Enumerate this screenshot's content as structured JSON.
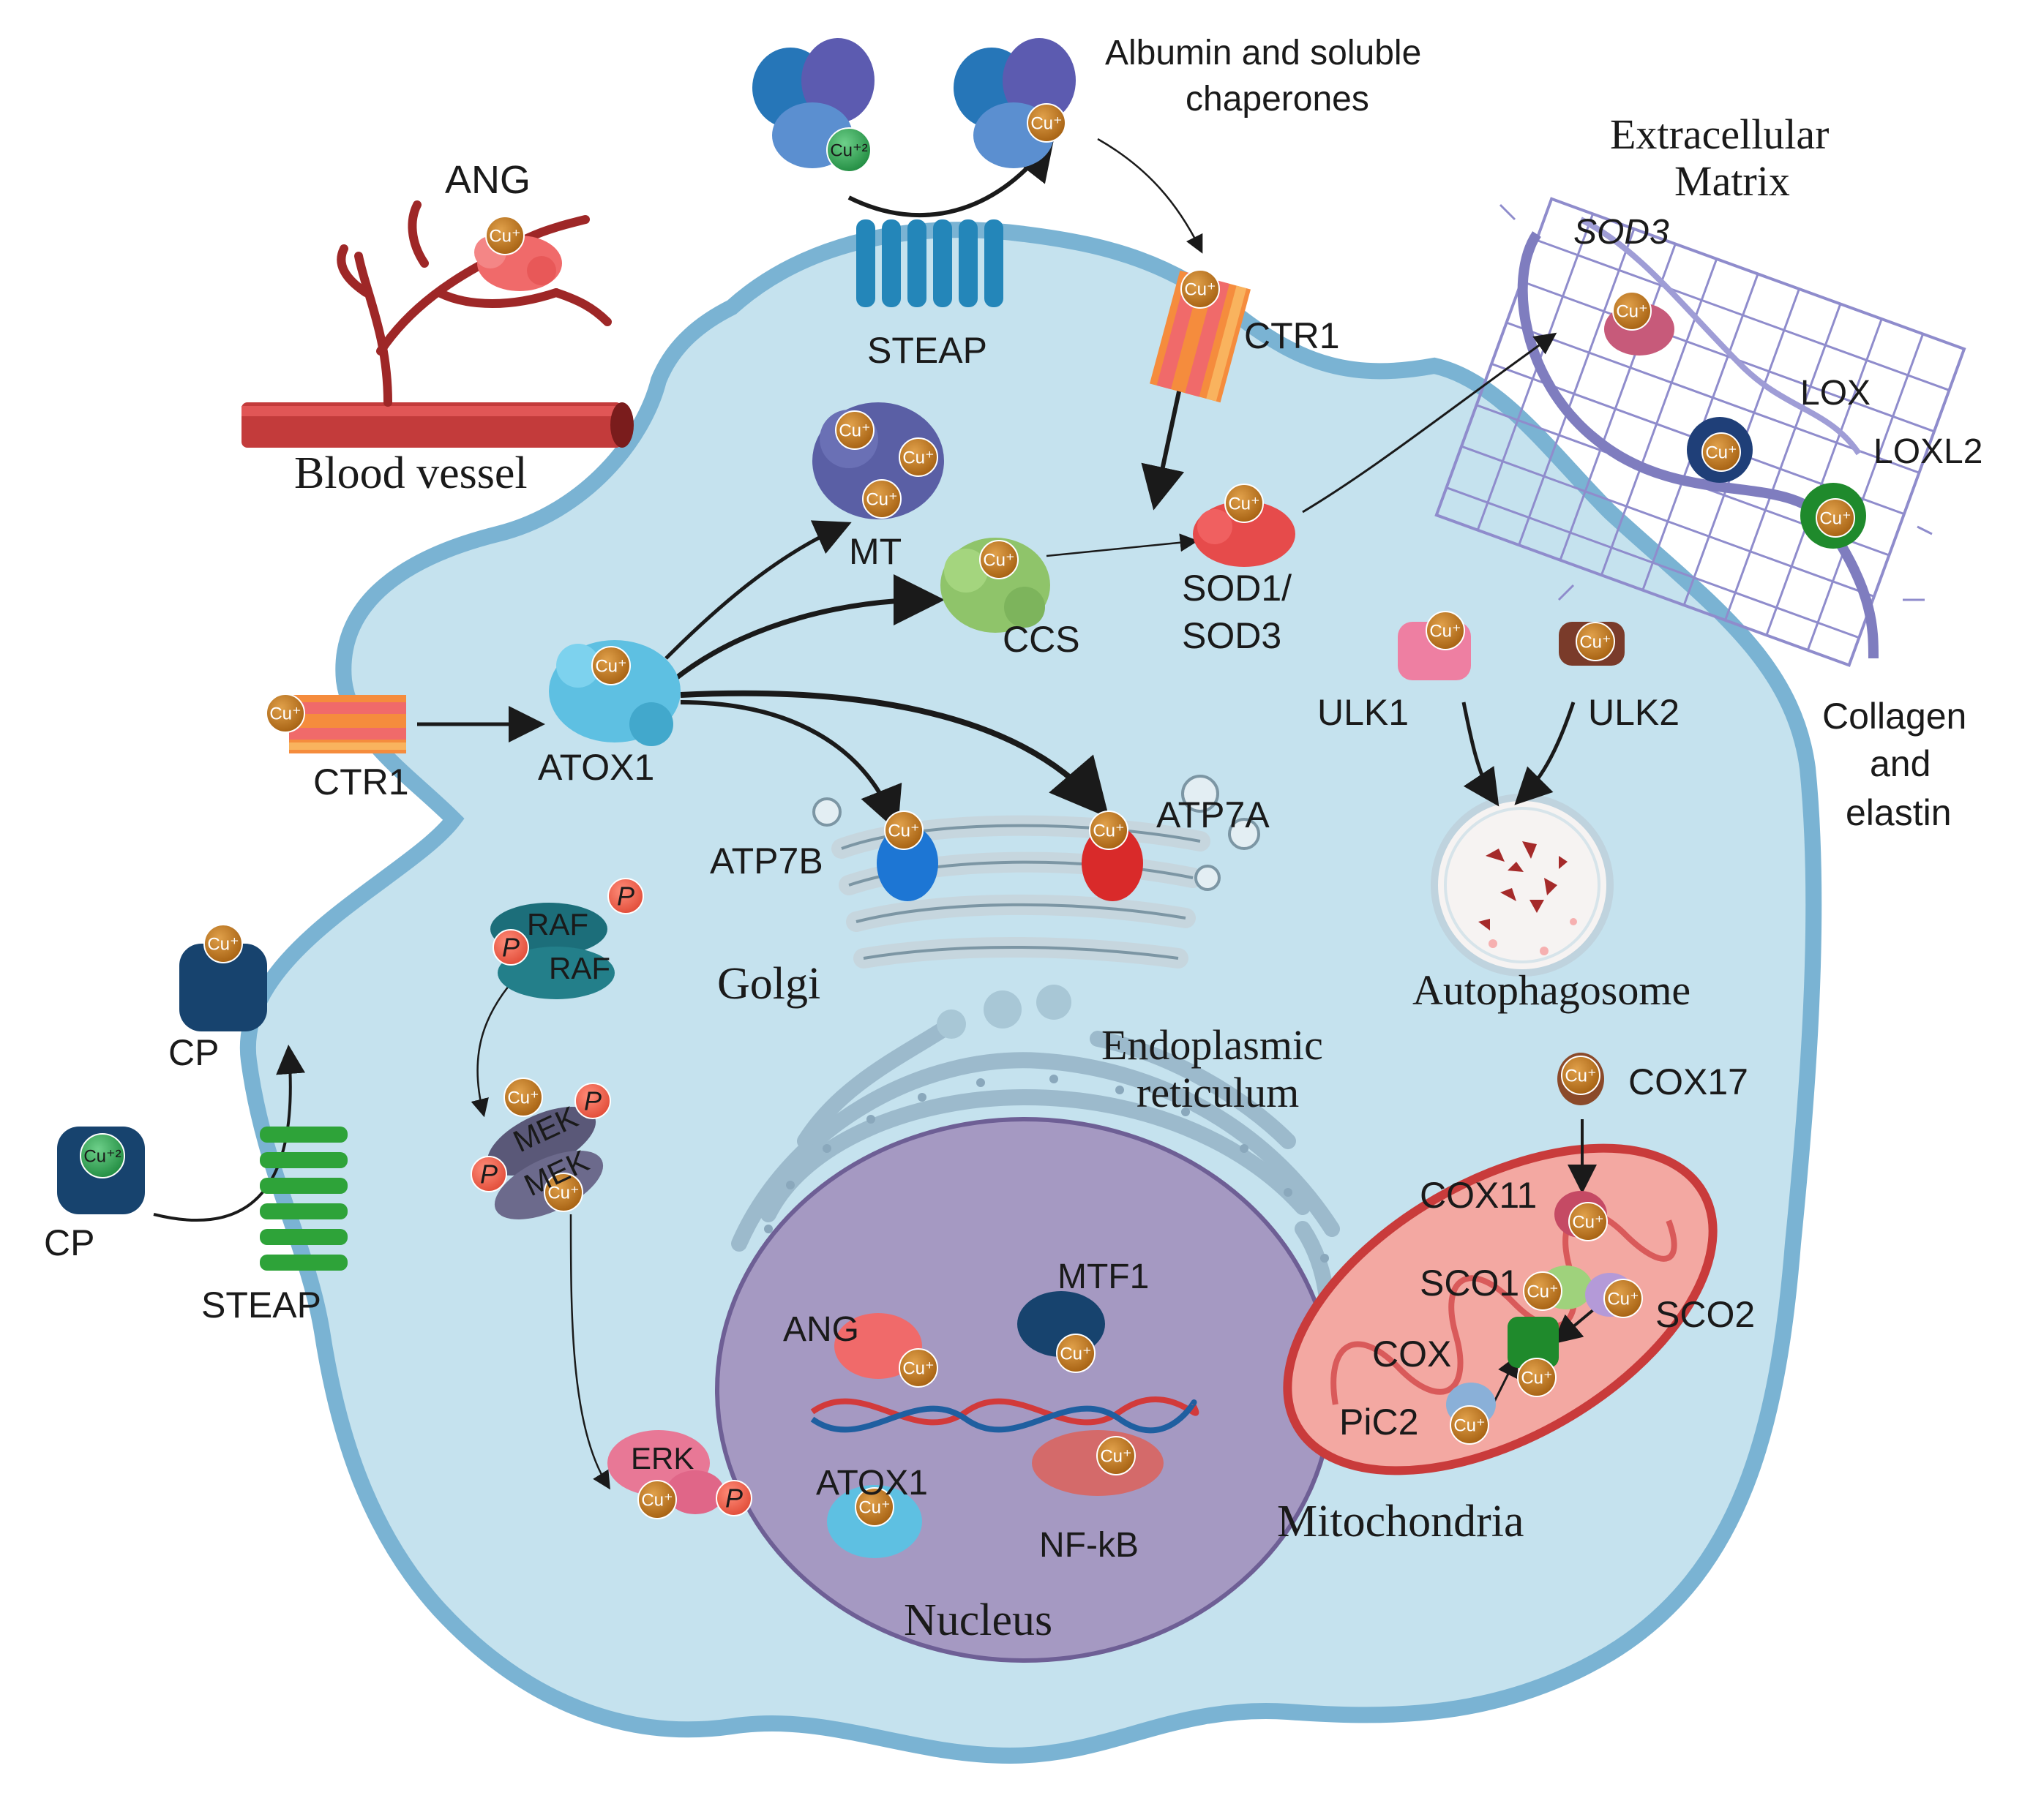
{
  "labels": {
    "ang_vessel": "ANG",
    "blood_vessel": "Blood vessel",
    "albumin": "Albumin and soluble",
    "chaperones": "chaperones",
    "steap_top": "STEAP",
    "ctr1_top": "CTR1",
    "extracellular": "Extracellular",
    "matrix": "Matrix",
    "sod3_ecm": "SOD3",
    "lox": "LOX",
    "loxl2": "LOXL2",
    "collagen": "Collagen",
    "and": "and",
    "elastin": "elastin",
    "mt": "MT",
    "ccs": "CCS",
    "sod1": "SOD1/",
    "sod3": "SOD3",
    "ulk1": "ULK1",
    "ulk2": "ULK2",
    "autophagosome": "Autophagosome",
    "ctr1_left": "CTR1",
    "atox1": "ATOX1",
    "atp7b": "ATP7B",
    "atp7a": "ATP7A",
    "golgi": "Golgi",
    "er1": "Endoplasmic",
    "er2": "reticulum",
    "raf": "RAF",
    "mek": "MEK",
    "erk": "ERK",
    "cp_top": "CP",
    "cp_bottom": "CP",
    "steap_left": "STEAP",
    "cox17": "COX17",
    "cox11": "COX11",
    "sco1": "SCO1",
    "sco2": "SCO2",
    "cox": "COX",
    "pic2": "PiC2",
    "mitochondria": "Mitochondria",
    "ang_nucleus": "ANG",
    "mtf1": "MTF1",
    "atox1_nucleus": "ATOX1",
    "nfkb": "NF-kB",
    "nucleus": "Nucleus"
  },
  "badges": {
    "cu_plus": "Cu⁺",
    "cu_2plus": "Cu⁺²",
    "p": "P"
  },
  "colors": {
    "cell_fill": "#c5e2ee",
    "cell_border": "#7ab3d3",
    "nucleus_fill": "#a599c2",
    "copper": "#c57b1c",
    "copper_green": "#3aa857",
    "phospho": "#f0624d",
    "vessel": "#c33b3b",
    "ecm_mesh": "#8f8ccc"
  }
}
